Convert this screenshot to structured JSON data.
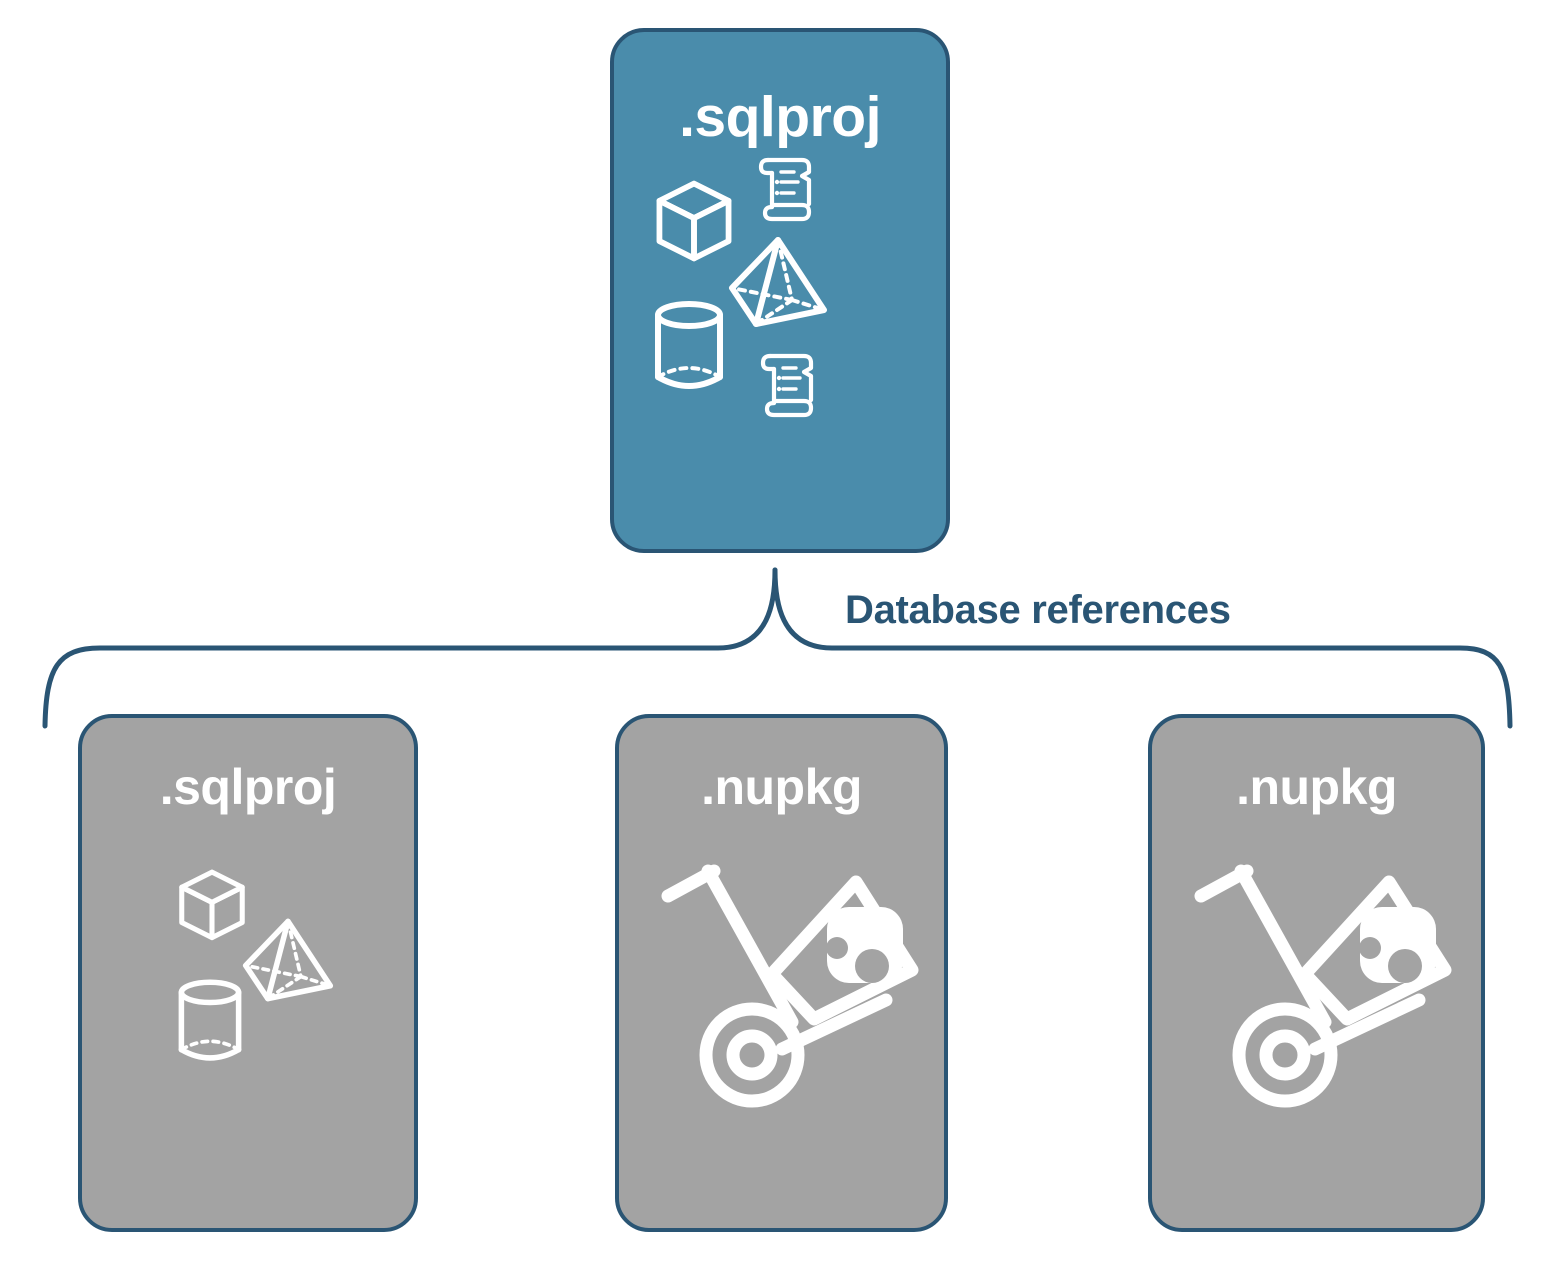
{
  "diagram": {
    "title_text": "Database references",
    "colors": {
      "primary_fill": "#4a8cab",
      "secondary_fill": "#a3a3a3",
      "stroke": "#2a5574",
      "icon": "#ffffff",
      "background": "#ffffff"
    },
    "root": {
      "label": ".sqlproj",
      "fill": "primary",
      "icons": [
        "cube-icon",
        "scroll-icon",
        "pyramid-icon",
        "cylinder-icon",
        "scroll-icon"
      ]
    },
    "connector": {
      "type": "curly-brace",
      "label": "Database references",
      "branch_count": 3
    },
    "children": [
      {
        "label": ".sqlproj",
        "fill": "secondary",
        "icons": [
          "cube-icon",
          "pyramid-icon",
          "cylinder-icon"
        ]
      },
      {
        "label": ".nupkg",
        "fill": "secondary",
        "icons": [
          "package-dolly-icon"
        ]
      },
      {
        "label": ".nupkg",
        "fill": "secondary",
        "icons": [
          "package-dolly-icon"
        ]
      }
    ]
  }
}
